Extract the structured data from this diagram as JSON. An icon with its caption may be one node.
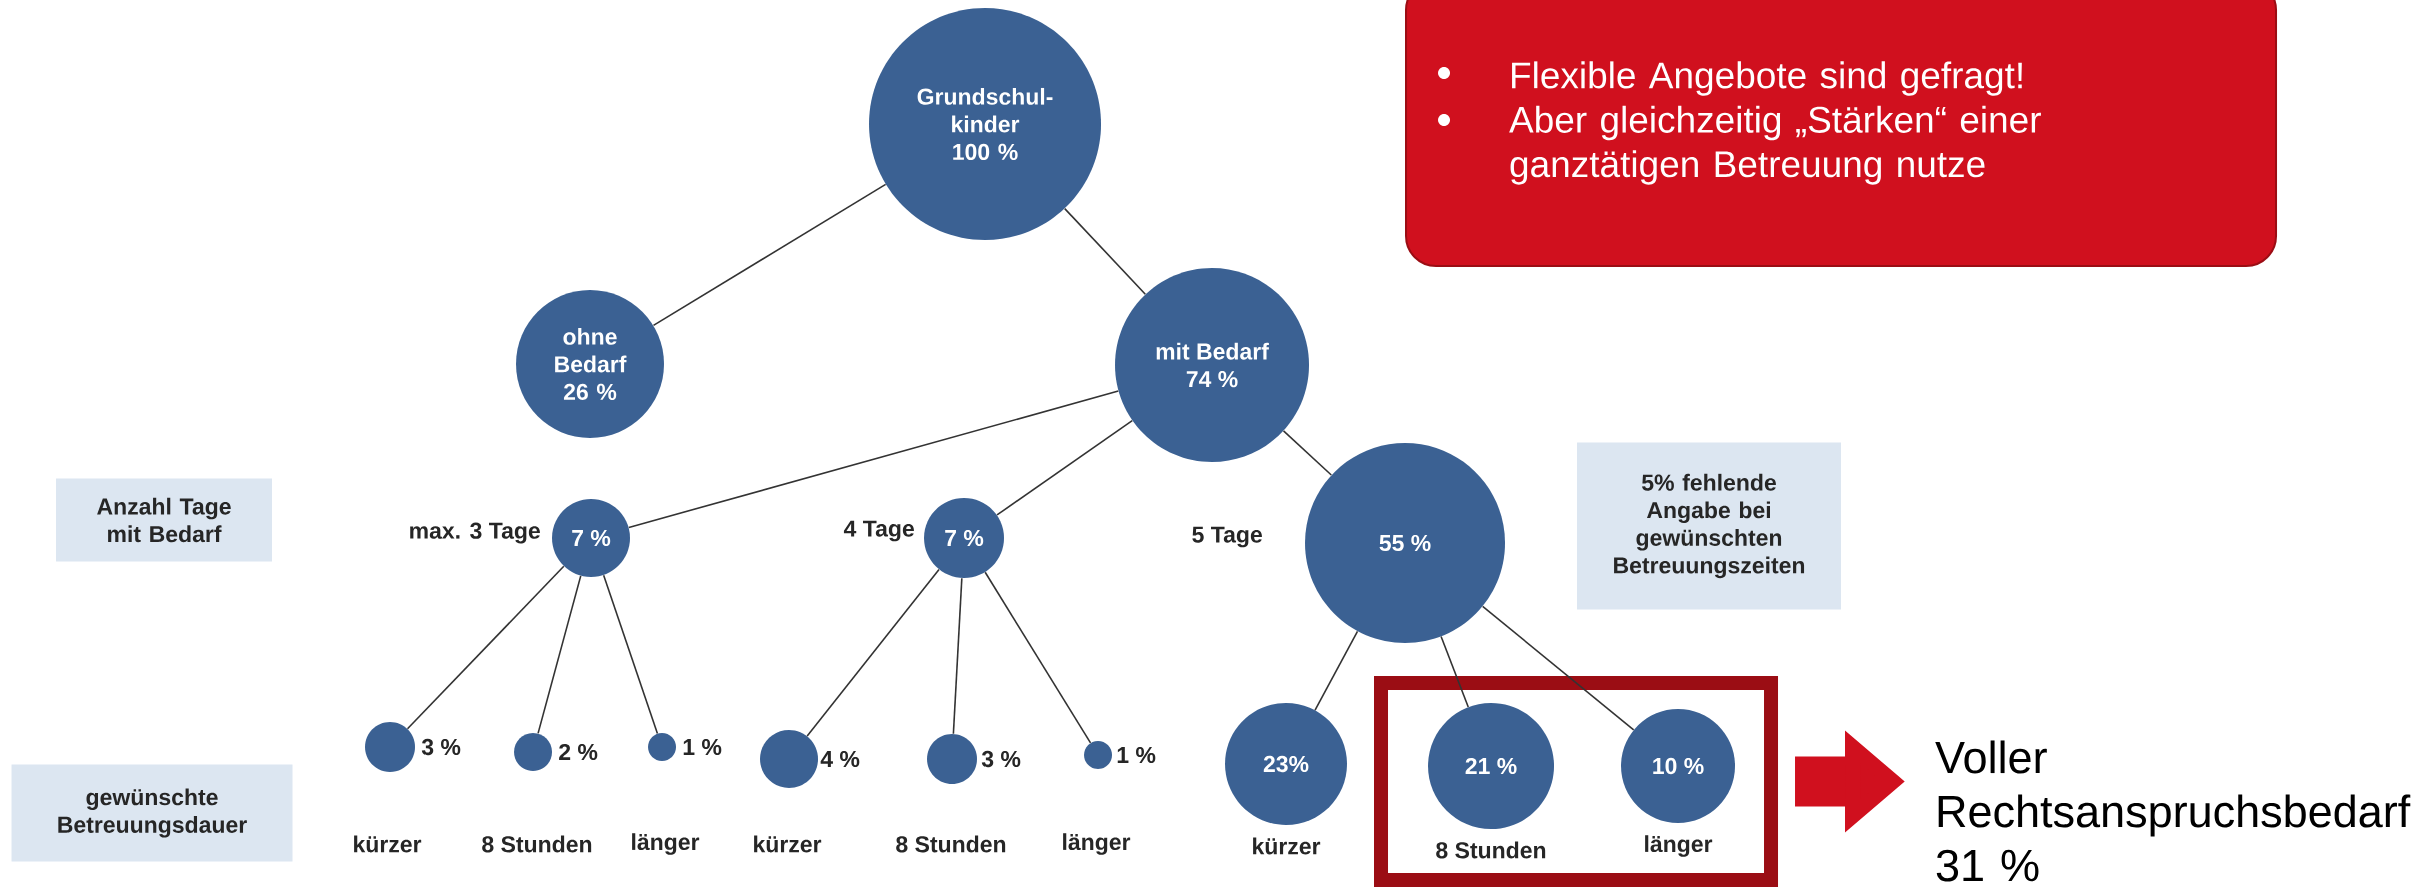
{
  "diagram": {
    "nodes": [
      {
        "text": [
          "Grundschul- kinder",
          "100 %"
        ]
      },
      {
        "text": [
          "Flexible Angebote sind gefragt!",
          "Aber gleichzeitig „Stärken“ einer ganztätigen Betreuung nutze"
        ]
      },
      {
        "text": [
          "ohne Bedarf",
          "26 %"
        ]
      },
      {
        "text": [
          "mit Bedarf",
          "74 %"
        ]
      },
      {
        "text": [
          "Anzahl Tage mit Bedarf"
        ]
      },
      {
        "text": [
          "7 %"
        ],
        "beside": [
          "max. 3 Tage"
        ]
      },
      {
        "text": [
          "7 %"
        ],
        "beside": [
          "4 Tage"
        ]
      },
      {
        "text": [
          "55 %"
        ],
        "beside": [
          "5 Tage"
        ]
      },
      {
        "text": [
          "5% fehlende Angabe bei gewünschten Betreuungszeiten"
        ]
      },
      {
        "text": [],
        "shape": "circle",
        "beside": [
          "3 %",
          "kürzer"
        ]
      },
      {
        "text": [],
        "shape": "circle",
        "beside": [
          "2 %",
          "8 Stunden"
        ]
      },
      {
        "text": [],
        "shape": "circle",
        "beside": [
          "1 %",
          "länger"
        ]
      },
      {
        "text": [],
        "shape": "circle",
        "beside": [
          "4 %",
          "kürzer"
        ]
      },
      {
        "text": [],
        "shape": "circle",
        "beside": [
          "3 %",
          "8 Stunden"
        ]
      },
      {
        "text": [],
        "shape": "circle",
        "beside": [
          "1 %",
          "länger"
        ]
      },
      {
        "text": [
          "23%"
        ],
        "beside": [
          "kürzer"
        ]
      },
      {
        "text": [],
        "shape": "box"
      },
      {
        "text": [
          "21 %"
        ],
        "beside": [
          "8 Stunden"
        ],
        "in": 16
      },
      {
        "text": [
          "10 %"
        ],
        "beside": [
          "länger"
        ],
        "in": 16
      },
      {
        "text": [
          "gewünschte Betreuungsdauer"
        ]
      },
      {
        "text": [
          "Voller Rechtsanspruchsbedarf 31 %"
        ]
      }
    ],
    "edges": [
      {
        "from": 0,
        "to": 2,
        "arrow": "none"
      },
      {
        "from": 0,
        "to": 3,
        "arrow": "none"
      },
      {
        "from": 3,
        "to": 5,
        "arrow": "none"
      },
      {
        "from": 3,
        "to": 6,
        "arrow": "none"
      },
      {
        "from": 3,
        "to": 7,
        "arrow": "none"
      },
      {
        "from": 5,
        "to": 9,
        "arrow": "none"
      },
      {
        "from": 5,
        "to": 10,
        "arrow": "none"
      },
      {
        "from": 5,
        "to": 11,
        "arrow": "none"
      },
      {
        "from": 6,
        "to": 12,
        "arrow": "none"
      },
      {
        "from": 6,
        "to": 13,
        "arrow": "none"
      },
      {
        "from": 6,
        "to": 14,
        "arrow": "none"
      },
      {
        "from": 7,
        "to": 15,
        "arrow": "none"
      },
      {
        "from": 7,
        "to": 17,
        "arrow": "none"
      },
      {
        "from": 7,
        "to": 18,
        "arrow": "none"
      },
      {
        "from": 16,
        "to": 20,
        "arrow": "to",
        "style": "thick",
        "color": "#d0101e"
      }
    ]
  }
}
